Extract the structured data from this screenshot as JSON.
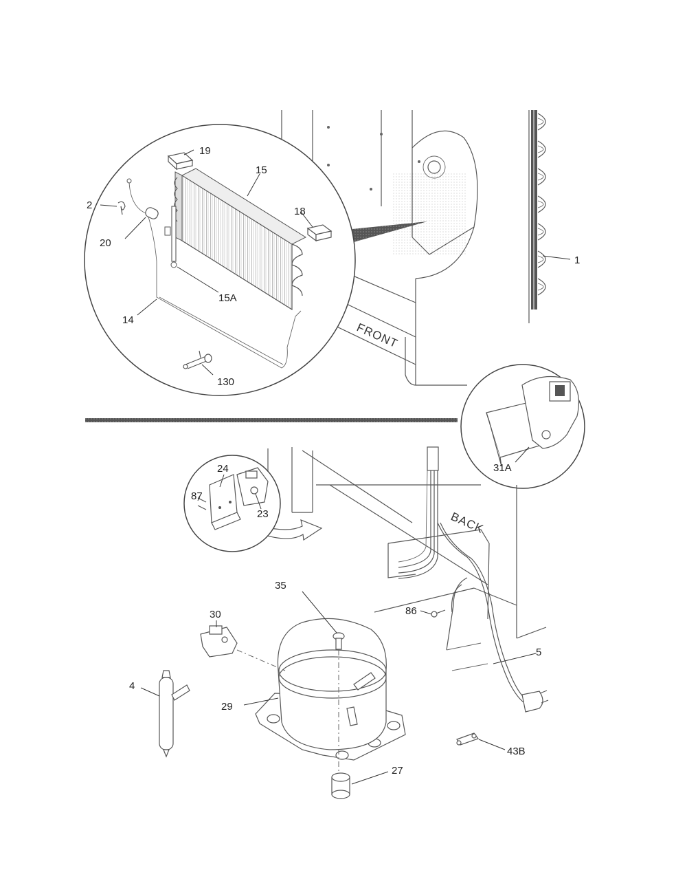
{
  "labels": {
    "p1": "1",
    "p2": "2",
    "p4": "4",
    "p5": "5",
    "p14": "14",
    "p15": "15",
    "p15a": "15A",
    "p18": "18",
    "p19": "19",
    "p20": "20",
    "p23": "23",
    "p24": "24",
    "p27": "27",
    "p29": "29",
    "p30": "30",
    "p31a": "31A",
    "p35": "35",
    "p43b": "43B",
    "p86": "86",
    "p87": "87",
    "p130": "130",
    "front": "FRONT",
    "back": "BACK"
  }
}
